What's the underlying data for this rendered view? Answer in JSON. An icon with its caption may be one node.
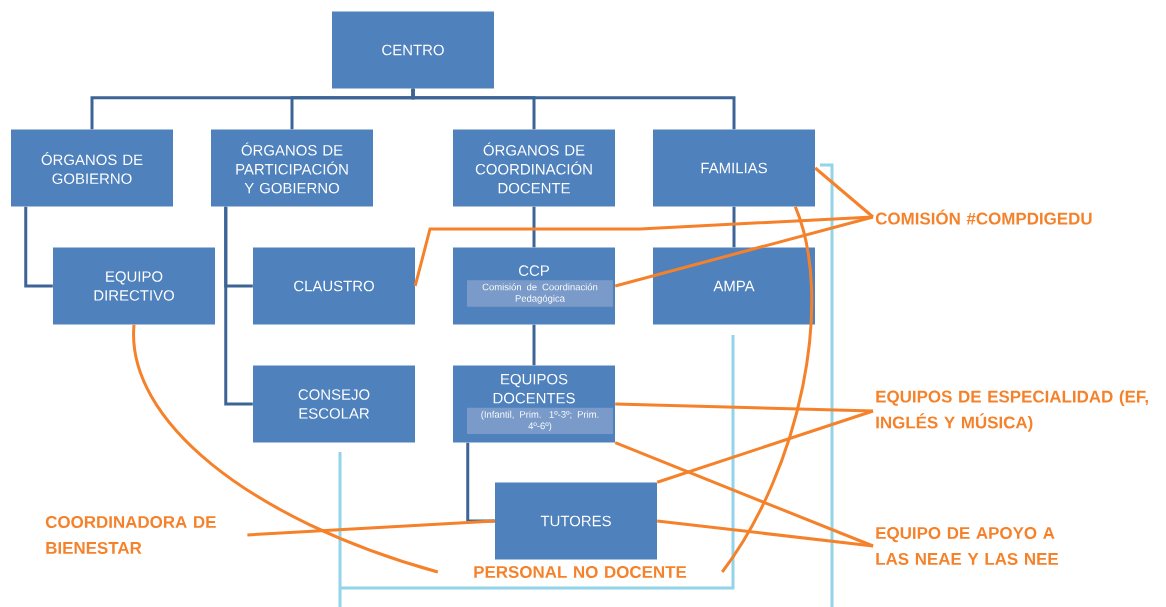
{
  "diagram": {
    "nodes": [
      {
        "text": [
          "CENTRO"
        ]
      },
      {
        "text": [
          "ÓRGANOS DE GOBIERNO"
        ]
      },
      {
        "text": [
          "ÓRGANOS DE PARTICIPACIÓN Y GOBIERNO"
        ]
      },
      {
        "text": [
          "ÓRGANOS DE COORDINACIÓN DOCENTE"
        ]
      },
      {
        "text": [
          "FAMILIAS"
        ]
      },
      {
        "text": [
          "EQUIPO DIRECTIVO"
        ]
      },
      {
        "text": [
          "CLAUSTRO"
        ]
      },
      {
        "text": [
          "CCP",
          "Comisión de Coordinación Pedagógica"
        ]
      },
      {
        "text": [
          "AMPA"
        ]
      },
      {
        "text": [
          "CONSEJO ESCOLAR"
        ]
      },
      {
        "text": [
          "EQUIPOS DOCENTES",
          "(Infantil, Prim. 1º-3º; Prim. 4º-6º)"
        ]
      },
      {
        "text": [
          "TUTORES"
        ]
      },
      {
        "text": [
          "COMISIÓN #COMPDIGEDU"
        ]
      },
      {
        "text": [
          "EQUIPOS DE ESPECIALIDAD (EF, INGLÉS Y MÚSICA)"
        ]
      },
      {
        "text": [
          "EQUIPO DE APOYO A LAS NEAE Y LAS NEE"
        ]
      },
      {
        "text": [
          "COORDINADORA DE BIENESTAR"
        ]
      },
      {
        "text": [
          "PERSONAL NO DOCENTE"
        ]
      }
    ],
    "edges": [
      {
        "from": 0,
        "to": 1,
        "arrow": "none"
      },
      {
        "from": 0,
        "to": 2,
        "arrow": "none"
      },
      {
        "from": 0,
        "to": 3,
        "arrow": "none"
      },
      {
        "from": 0,
        "to": 4,
        "arrow": "none"
      },
      {
        "from": 1,
        "to": 5,
        "arrow": "none"
      },
      {
        "from": 2,
        "to": 6,
        "arrow": "none"
      },
      {
        "from": 2,
        "to": 9,
        "arrow": "none"
      },
      {
        "from": 3,
        "to": 7,
        "arrow": "none"
      },
      {
        "from": 7,
        "to": 10,
        "arrow": "none"
      },
      {
        "from": 10,
        "to": 11,
        "arrow": "none"
      },
      {
        "from": 4,
        "to": 8,
        "arrow": "none"
      },
      {
        "from": 12,
        "to": 6,
        "arrow": "none",
        "color": "#f5822a"
      },
      {
        "from": 12,
        "to": 7,
        "arrow": "none",
        "color": "#f5822a"
      },
      {
        "from": 12,
        "to": 4,
        "arrow": "none",
        "color": "#f5822a"
      },
      {
        "from": 13,
        "to": 10,
        "arrow": "none",
        "color": "#f5822a"
      },
      {
        "from": 13,
        "to": 11,
        "arrow": "none",
        "color": "#f5822a"
      },
      {
        "from": 14,
        "to": 10,
        "arrow": "none",
        "color": "#f5822a"
      },
      {
        "from": 14,
        "to": 11,
        "arrow": "none",
        "color": "#f5822a"
      },
      {
        "from": 15,
        "to": 11,
        "arrow": "none",
        "color": "#f5822a"
      },
      {
        "from": 16,
        "to": 5,
        "arrow": "none",
        "color": "#f5822a"
      },
      {
        "from": 16,
        "to": 4,
        "arrow": "none",
        "color": "#f5822a"
      }
    ]
  }
}
